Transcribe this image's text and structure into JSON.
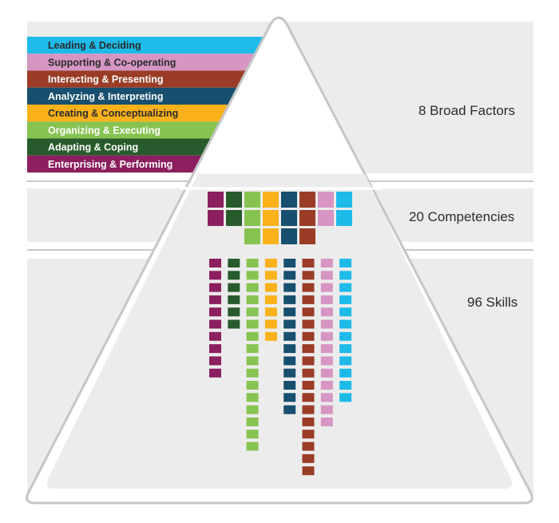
{
  "factors": [
    {
      "label": "Leading & Deciding",
      "color": "#1ebbe9",
      "text_color": "#2a2a2a"
    },
    {
      "label": "Supporting & Co-operating",
      "color": "#d695c3",
      "text_color": "#2a2a2a"
    },
    {
      "label": "Interacting & Presenting",
      "color": "#9a3c26",
      "text_color": "#ffffff"
    },
    {
      "label": "Analyzing & Interpreting",
      "color": "#174f6e",
      "text_color": "#ffffff"
    },
    {
      "label": "Creating & Conceptualizing",
      "color": "#fbb21a",
      "text_color": "#2a2a2a"
    },
    {
      "label": "Organizing & Executing",
      "color": "#86c351",
      "text_color": "#ffffff"
    },
    {
      "label": "Adapting & Coping",
      "color": "#285b2b",
      "text_color": "#ffffff"
    },
    {
      "label": "Enterprising & Performing",
      "color": "#8b1f5f",
      "text_color": "#ffffff"
    }
  ],
  "tiers": {
    "factors_label": "8 Broad Factors",
    "competencies_label": "20 Competencies",
    "skills_label": "96 Skills"
  },
  "competency_columns": [
    {
      "factor": "Enterprising & Performing",
      "count": 2
    },
    {
      "factor": "Adapting & Coping",
      "count": 2
    },
    {
      "factor": "Organizing & Executing",
      "count": 3
    },
    {
      "factor": "Creating & Conceptualizing",
      "count": 3
    },
    {
      "factor": "Analyzing & Interpreting",
      "count": 3
    },
    {
      "factor": "Interacting & Presenting",
      "count": 3
    },
    {
      "factor": "Supporting & Co-operating",
      "count": 2
    },
    {
      "factor": "Leading & Deciding",
      "count": 2
    }
  ],
  "skill_columns": [
    {
      "factor": "Enterprising & Performing",
      "count": 10
    },
    {
      "factor": "Adapting & Coping",
      "count": 6
    },
    {
      "factor": "Organizing & Executing",
      "count": 16
    },
    {
      "factor": "Creating & Conceptualizing",
      "count": 7
    },
    {
      "factor": "Analyzing & Interpreting",
      "count": 13
    },
    {
      "factor": "Interacting & Presenting",
      "count": 18
    },
    {
      "factor": "Supporting & Co-operating",
      "count": 14
    },
    {
      "factor": "Leading & Deciding",
      "count": 12
    }
  ],
  "colors": {
    "panel": "#ececec",
    "pyramid_stroke": "#c6c6c6",
    "pyramid_fill": "#ececec",
    "inner_fill": "#e2e2e2",
    "divider": "#c9c9c9"
  }
}
